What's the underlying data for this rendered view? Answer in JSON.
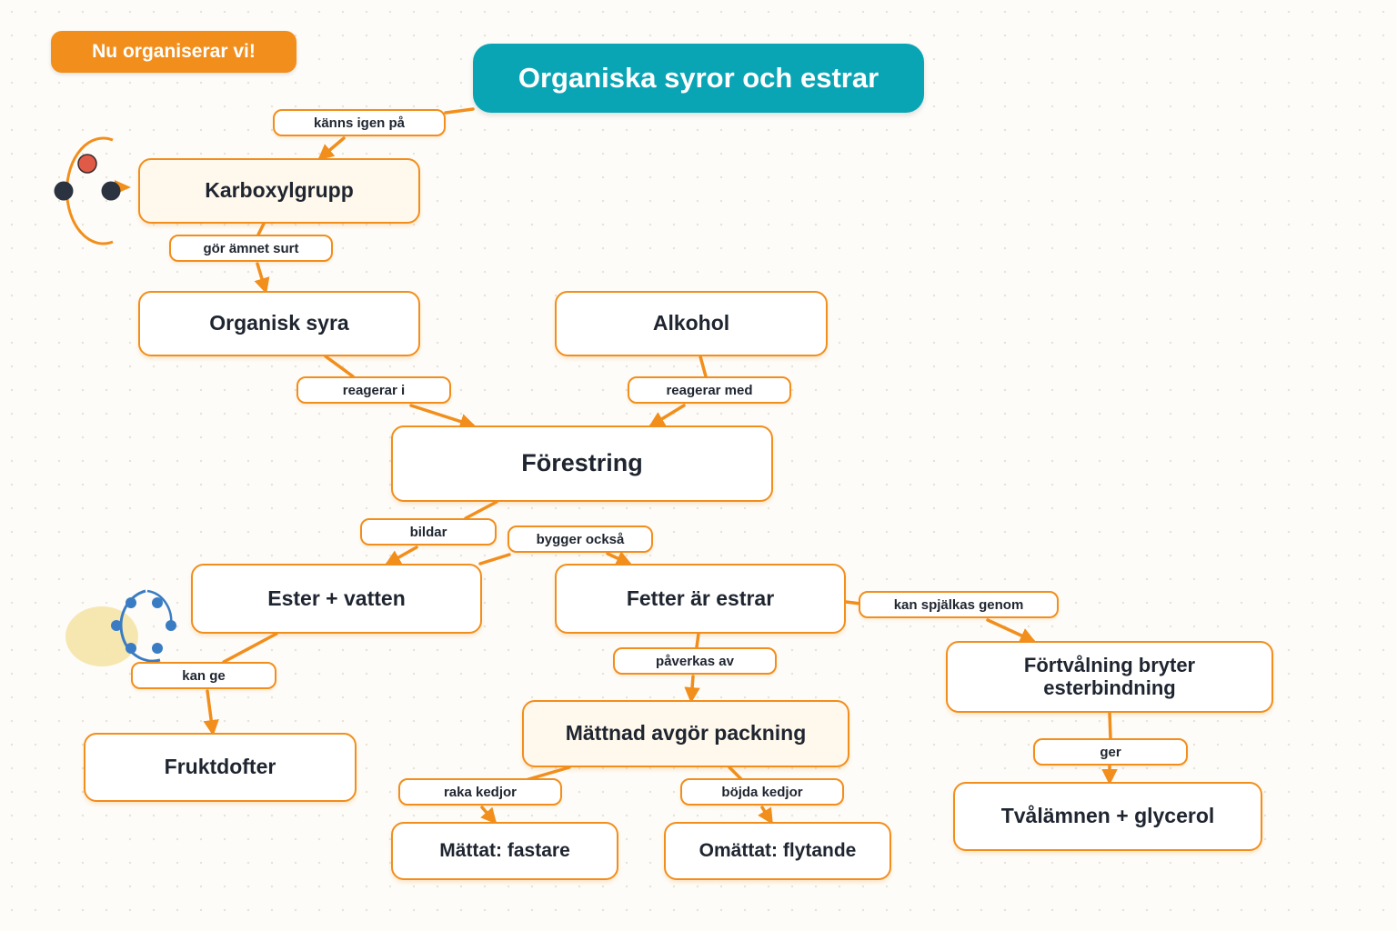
{
  "badge": "Nu organiserar vi!",
  "title": "Organiska syror och estrar",
  "colors": {
    "accent": "#f28e1c",
    "title_bg": "#0aa5b5",
    "text": "#1f2530",
    "node_tint": "#fff8ec",
    "molecule_blue": "#3a7cc3",
    "oxygen_red": "#e05a47"
  },
  "nodes": {
    "karboxylgrupp": "Karboxylgrupp",
    "organisk_syra": "Organisk syra",
    "alkohol": "Alkohol",
    "forestring": "Förestring",
    "ester_vatten": "Ester + vatten",
    "fetter": "Fetter är estrar",
    "fortvalning": "Förtvålning bryter esterbindning",
    "fruktdofter": "Fruktdofter",
    "mattnad": "Mättnad avgör packning",
    "mattat": "Mättat: fastare",
    "omattat": "Omättat: flytande",
    "tvalamnen": "Tvålämnen + glycerol"
  },
  "edges": {
    "kanns_igen_pa": "känns igen på",
    "gor_amnet_surt": "gör ämnet surt",
    "reagerar_i": "reagerar i",
    "reagerar_med": "reagerar med",
    "bildar": "bildar",
    "bygger_ocksa": "bygger också",
    "kan_ge": "kan ge",
    "paverkas_av": "påverkas av",
    "kan_spjalkas_genom": "kan spjälkas genom",
    "ger": "ger",
    "raka_kedjor": "raka kedjor",
    "bojda_kedjor": "böjda kedjor"
  }
}
